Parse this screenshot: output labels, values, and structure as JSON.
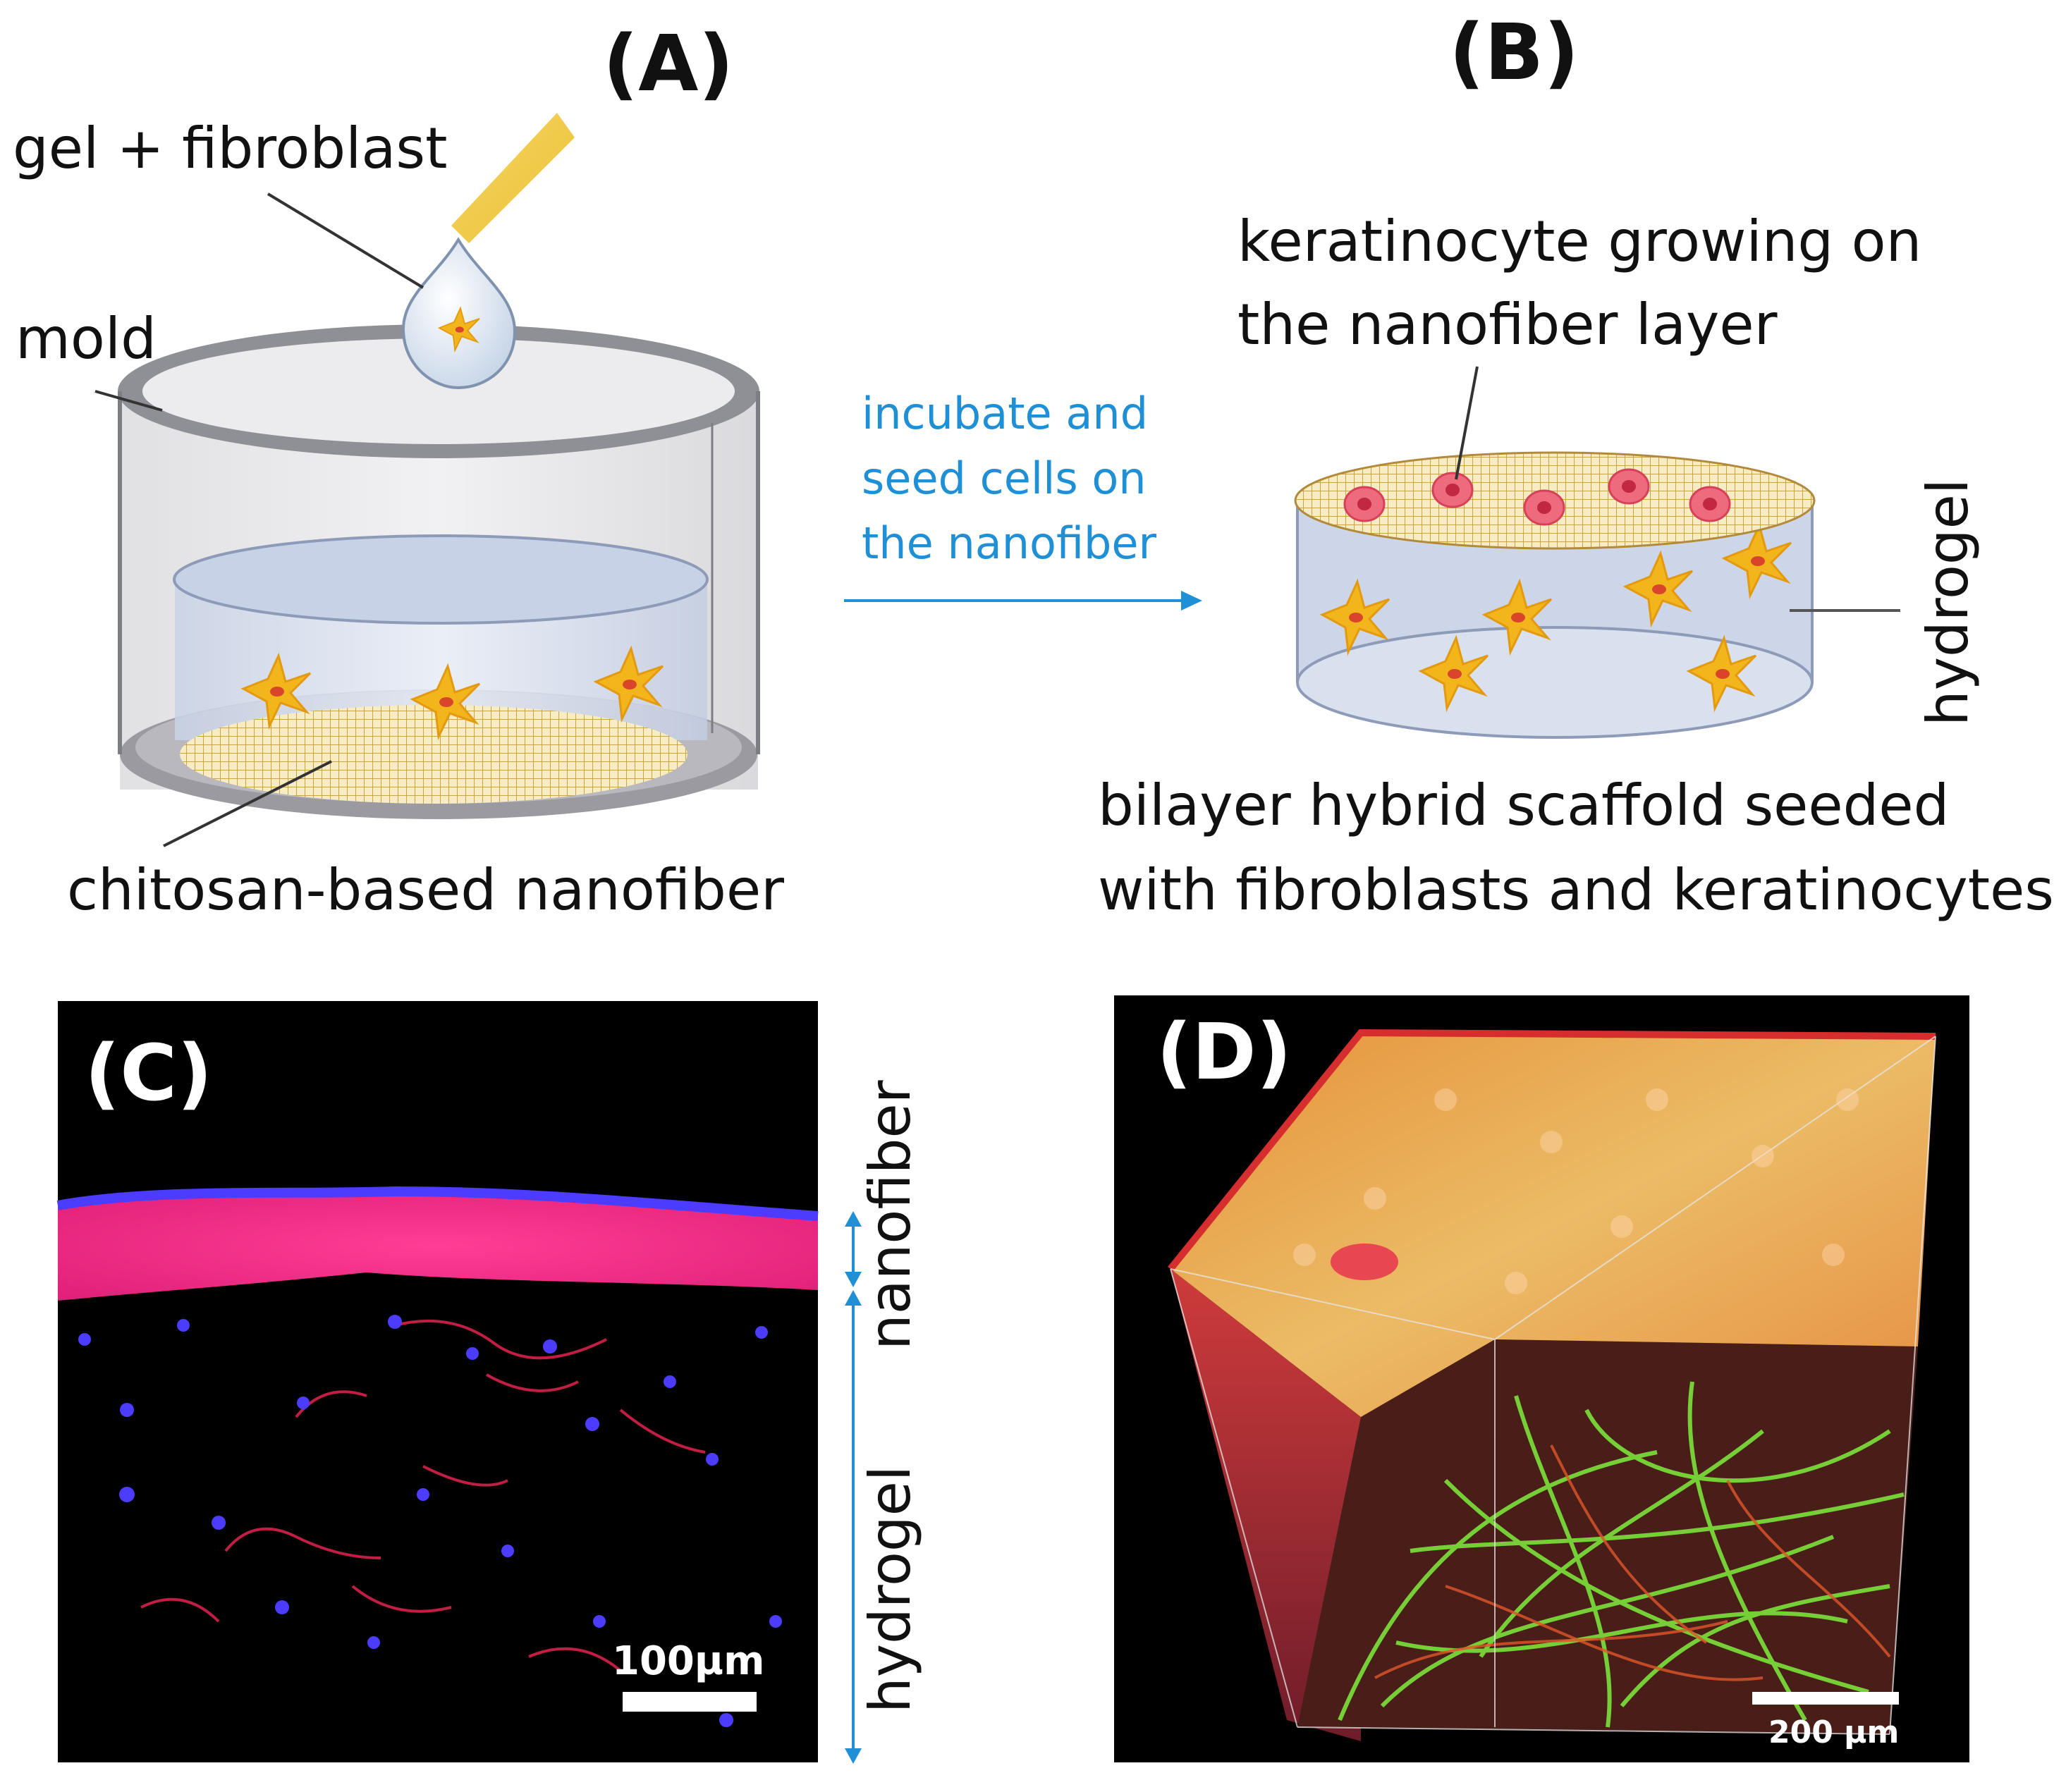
{
  "panels": {
    "a": {
      "label": "(A)",
      "gel_label": "gel + fibroblast",
      "mold_label": "mold",
      "nanofiber_label": "chitosan-based nanofiber"
    },
    "b": {
      "label": "(B)",
      "keratinocyte_line1": "keratinocyte growing on",
      "keratinocyte_line2": "the nanofiber layer",
      "hydrogel_label": "hydrogel",
      "caption_line1": "bilayer hybrid scaffold seeded",
      "caption_line2": "with fibroblasts and keratinocytes"
    },
    "c": {
      "label": "(C)",
      "scale_label": "100µm",
      "nanofiber_side_label": "nanofiber",
      "hydrogel_side_label": "hydrogel"
    },
    "d": {
      "label": "(D)",
      "scale_label": "200 µm"
    }
  },
  "process_arrow": {
    "line1": "incubate and",
    "line2": "seed cells on",
    "line3": "the nanofiber"
  },
  "colors": {
    "accent_blue": "#1f8fd6",
    "fibroblast": "#f2b51c",
    "keratinocyte": "#e8516b",
    "micrograph_bg": "#000000",
    "nanofiber_stain": "#ff2e8c",
    "nucleus_stain": "#4b3cff",
    "fiber_stain": "#6be12b",
    "surface_orange": "#f6a54a"
  }
}
